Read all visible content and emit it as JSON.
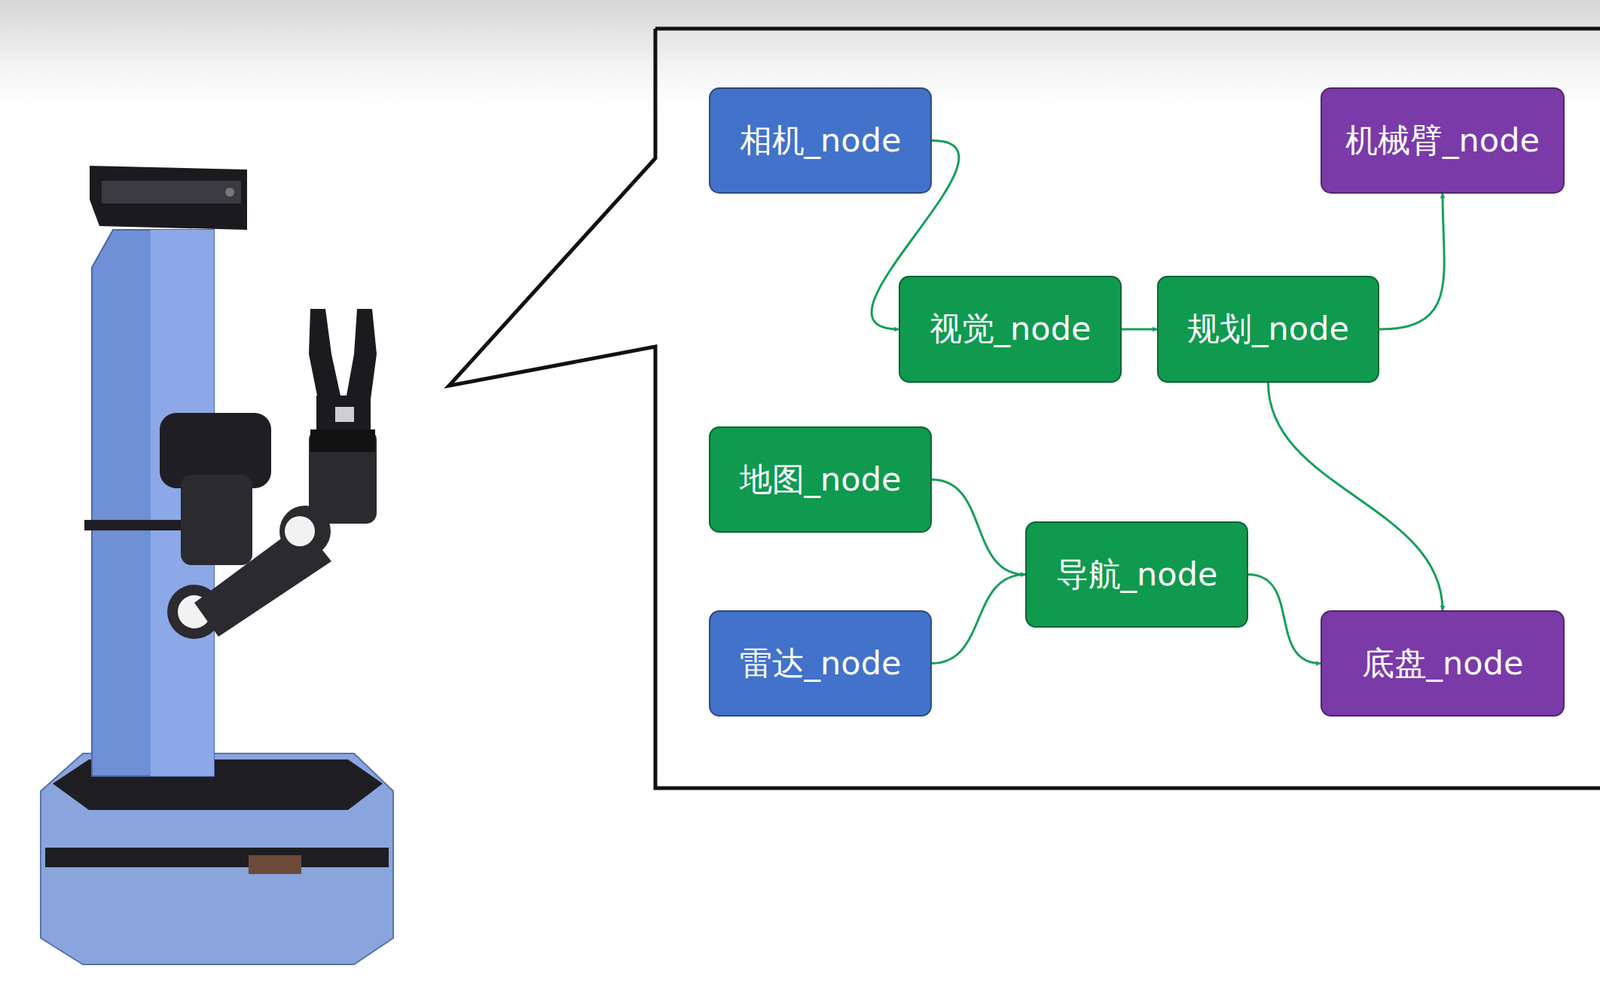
{
  "diagram": {
    "nodes": [
      {
        "text": [
          "相机_node"
        ]
      },
      {
        "text": [
          "机械臂_node"
        ]
      },
      {
        "text": [
          "视觉_node"
        ]
      },
      {
        "text": [
          "规划_node"
        ]
      },
      {
        "text": [
          "地图_node"
        ]
      },
      {
        "text": [
          "导航_node"
        ]
      },
      {
        "text": [
          "雷达_node"
        ]
      },
      {
        "text": [
          "底盘_node"
        ]
      }
    ],
    "edges": [
      {
        "from": 0,
        "to": 2,
        "arrow": "to"
      },
      {
        "from": 2,
        "to": 3,
        "arrow": "to"
      },
      {
        "from": 3,
        "to": 1,
        "arrow": "to"
      },
      {
        "from": 3,
        "to": 7,
        "arrow": "to"
      },
      {
        "from": 4,
        "to": 5,
        "arrow": "to"
      },
      {
        "from": 6,
        "to": 5,
        "arrow": "to"
      },
      {
        "from": 5,
        "to": 7,
        "arrow": "to"
      }
    ]
  }
}
